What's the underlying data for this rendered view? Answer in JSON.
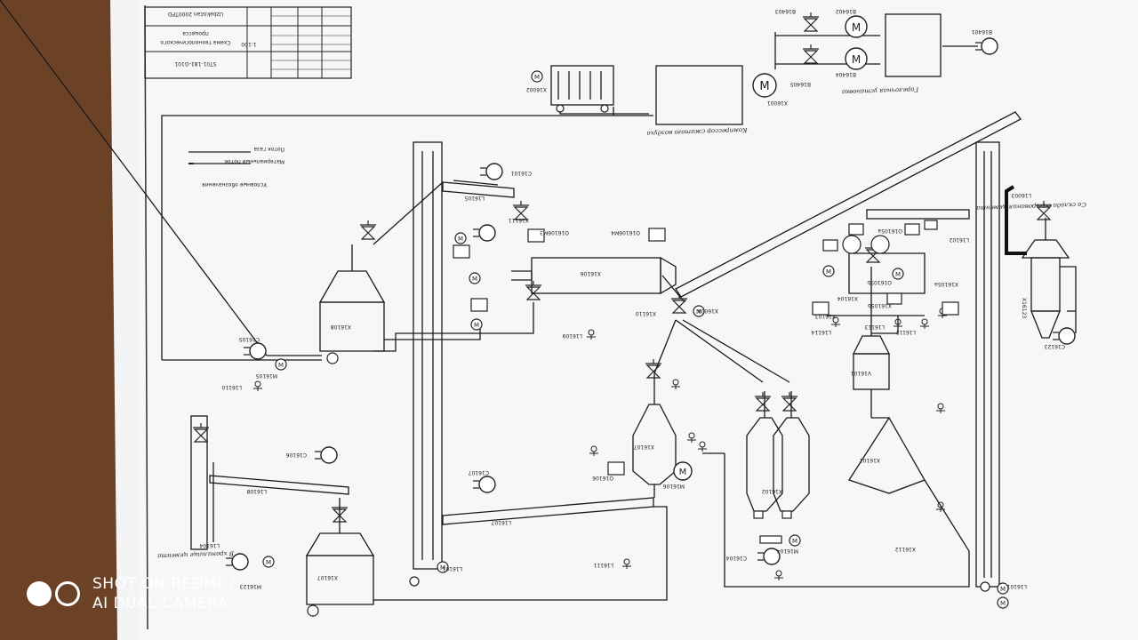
{
  "title_block": {
    "organization": "Uzbekistan 2000TPD",
    "title_line1": "Схема технологического",
    "title_line2": "процесса",
    "scale": "1:100",
    "doc_number": "ST01-181-G101"
  },
  "legend": {
    "heading": "Условные обозначения",
    "gas_flow": "Поток газа",
    "material_flow": "Материальный поток"
  },
  "labels": {
    "compressor_caption": "Компрессор сжатого воздуха",
    "burner_caption": "Горелочная установка",
    "to_storage": "В хранилище цемента",
    "to_dosing": "Со склада дозирования цемента",
    "mill_x16106": "X16106",
    "hopper_top": "X16108",
    "hopper_bottom": "X16107",
    "bin_mid": "X16107",
    "cyclone": "X16102",
    "bin_right": "V16101",
    "separator": "X16101",
    "dosing": "X16123",
    "compressor_motor": "X16001",
    "cooler": "X16002",
    "belt_top": "L16105",
    "belt_left": "L16108",
    "belt_bottom": "L16107",
    "elevator_left": "L16101",
    "elevator_right": "L16101",
    "fan_c16101": "C16101",
    "fan_c16105": "C16105",
    "fan_c16106": "C16106",
    "fan_c16107": "C16107",
    "fan_c16123": "C16123",
    "fan_b16401": "B16401",
    "motor_m16105": "M16105",
    "motor_m16123": "M16123",
    "motor_m16106": "M16106",
    "motor_m16104": "M16104",
    "valve_b16402": "B16402",
    "valve_b16403": "B16403",
    "valve_b16404": "B16404",
    "valve_b16405": "B16405",
    "screw_x16104": "X16104",
    "fan_c16104": "C16104",
    "l16109": "L16109",
    "l16110": "L16110",
    "l16111": "L16111",
    "l16112": "X16112",
    "l16113": "L16113",
    "l16114": "L16114",
    "l16112b": "L16112",
    "x16110": "X16110",
    "x16111": "X16111",
    "x16004": "X16004",
    "x16103": "X16103",
    "o16105a": "O16105a",
    "o16105b": "O16105b",
    "o16106": "O16106",
    "o16106m": "O16106M4",
    "o16106m3": "O16106M3",
    "l16102": "L16102",
    "l16003": "L16003",
    "l16104": "L16104",
    "x16105a": "X16105a",
    "x16105b": "X16105b"
  },
  "watermark": {
    "line1": "SHOT ON REDMI 7",
    "line2": "AI DUAL CAMERA"
  }
}
